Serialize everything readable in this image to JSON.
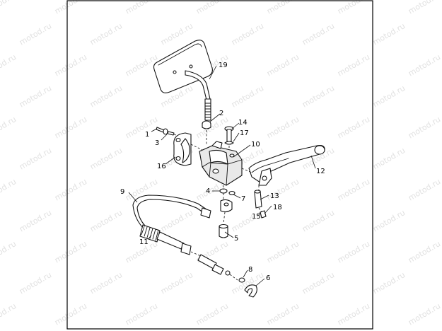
{
  "watermark": "motod.ru",
  "callouts": [
    {
      "id": "c1",
      "label": "1"
    },
    {
      "id": "c2",
      "label": "2"
    },
    {
      "id": "c3",
      "label": "3"
    },
    {
      "id": "c4",
      "label": "4"
    },
    {
      "id": "c5",
      "label": "5"
    },
    {
      "id": "c6",
      "label": "6"
    },
    {
      "id": "c7",
      "label": "7"
    },
    {
      "id": "c8",
      "label": "8"
    },
    {
      "id": "c9",
      "label": "9"
    },
    {
      "id": "c10",
      "label": "10"
    },
    {
      "id": "c11",
      "label": "11"
    },
    {
      "id": "c12",
      "label": "12"
    },
    {
      "id": "c13",
      "label": "13"
    },
    {
      "id": "c14",
      "label": "14"
    },
    {
      "id": "c15",
      "label": "15"
    },
    {
      "id": "c16",
      "label": "16"
    },
    {
      "id": "c17",
      "label": "17"
    },
    {
      "id": "c18",
      "label": "18"
    },
    {
      "id": "c19",
      "label": "19"
    }
  ]
}
